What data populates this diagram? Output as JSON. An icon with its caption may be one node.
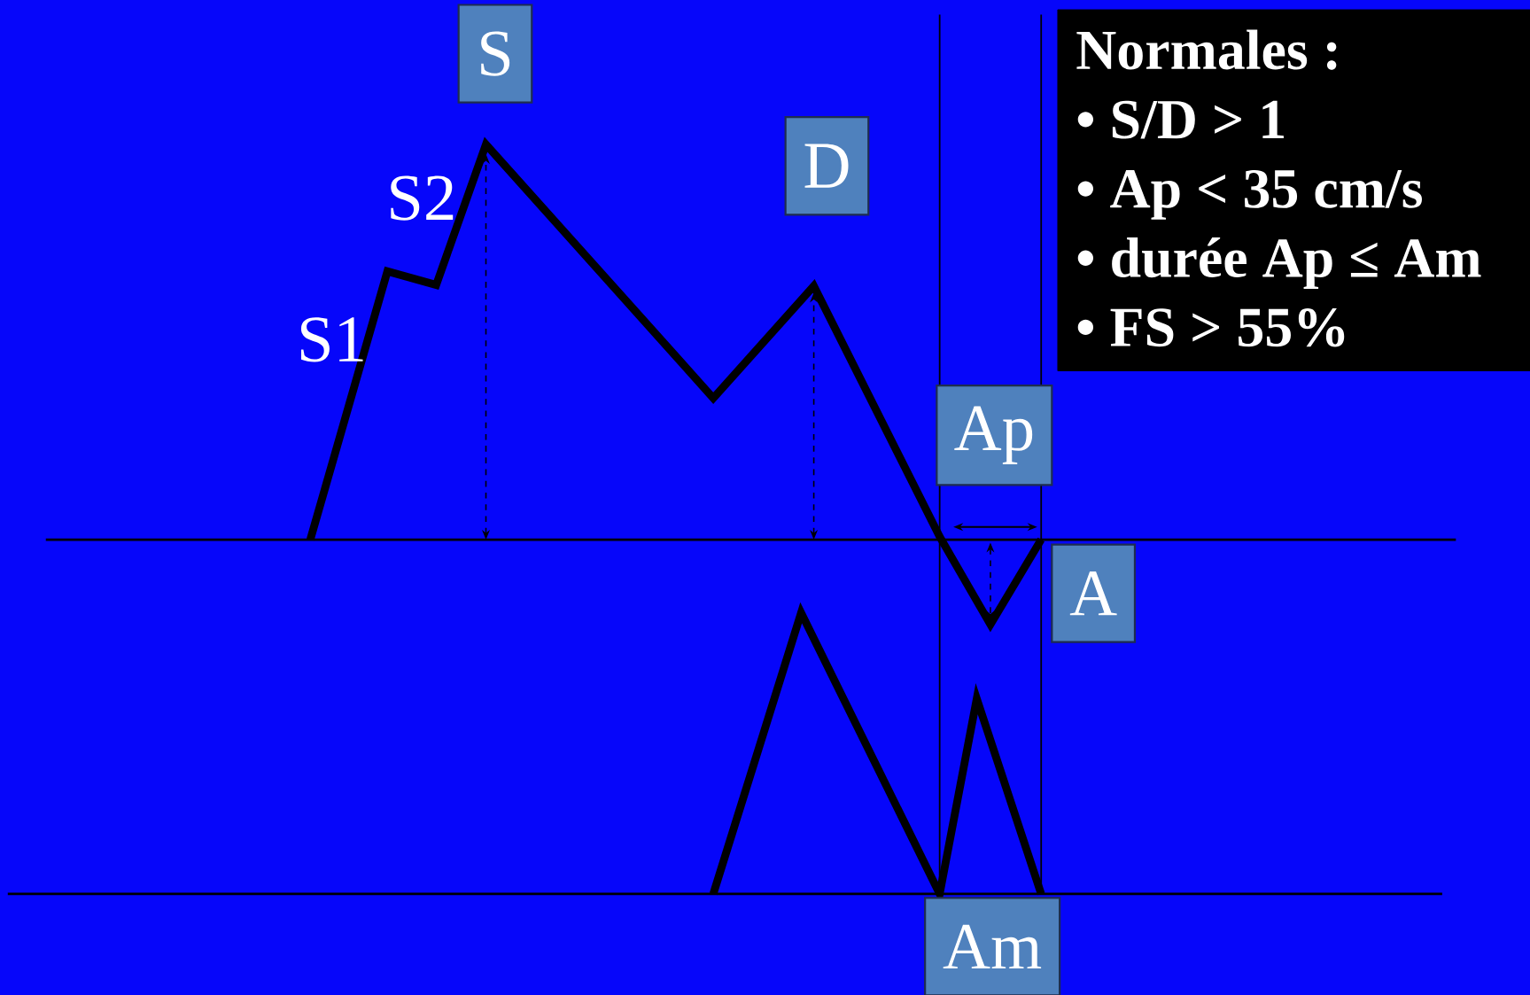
{
  "diagram": {
    "nodes": [
      {
        "text": [
          "S"
        ]
      },
      {
        "text": [
          "D"
        ]
      },
      {
        "text": [
          "Ap"
        ]
      },
      {
        "text": [
          "A"
        ]
      },
      {
        "text": [
          "Am"
        ]
      },
      {
        "text": [
          "Normales :",
          "• S/D > 1",
          "• Ap < 35 cm/s",
          "• durée Ap ≤ Am",
          "• FS > 55%"
        ]
      }
    ],
    "labels": [
      "S2",
      "S1"
    ]
  }
}
